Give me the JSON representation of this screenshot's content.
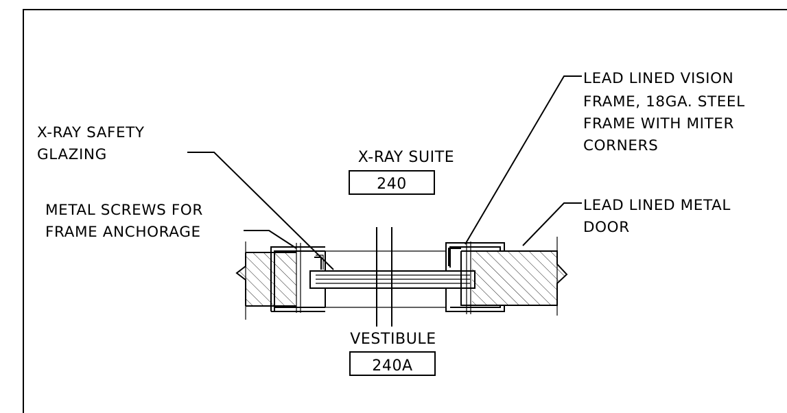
{
  "labels": {
    "xray_glazing": [
      "X-RAY SAFETY",
      "GLAZING"
    ],
    "metal_screws": [
      "METAL SCREWS FOR",
      "FRAME ANCHORAGE"
    ],
    "vision_frame": [
      "LEAD LINED VISION",
      "FRAME, 18GA. STEEL",
      "FRAME WITH MITER",
      "CORNERS"
    ],
    "metal_door": [
      "LEAD LINED METAL",
      "DOOR"
    ]
  },
  "rooms": {
    "xray_suite": {
      "name": "X-RAY SUITE",
      "number": "240"
    },
    "vestibule": {
      "name": "VESTIBULE",
      "number": "240A"
    }
  }
}
